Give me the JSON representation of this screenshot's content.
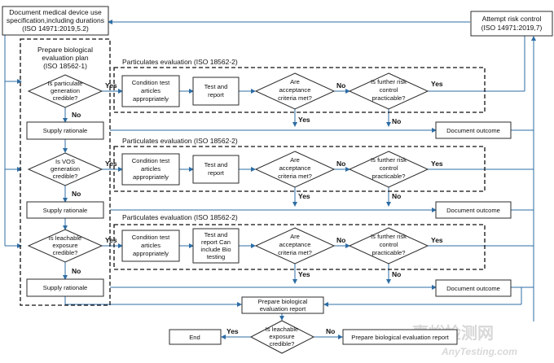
{
  "top_left_box": [
    "Document medical device use",
    "specification,including durations",
    "(ISO 14971:2019,5.2)"
  ],
  "top_right_box": [
    "Attempt risk control",
    "(ISO 14971:2019,7)"
  ],
  "plan_title": [
    "Prepare biological",
    "evaluation plan",
    "(ISO 18562-1)"
  ],
  "sections": [
    {
      "title": "Particulates evaluation (ISO 18562-2)",
      "decision": [
        "Is particulate",
        "generation",
        "credible?"
      ],
      "condition": [
        "Condition test",
        "articles",
        "appropriately"
      ],
      "test": [
        "Test and",
        "report"
      ],
      "acceptance": [
        "Are",
        "acceptance",
        "criteria met?"
      ],
      "risk": [
        "Is further risk",
        "control",
        "practicable?"
      ],
      "rationale": "Supply rationale",
      "outcome": "Document outcome"
    },
    {
      "title": "Particulates evaluation (ISO 18562-2)",
      "decision": [
        "Is VOS",
        "generation",
        "credible?"
      ],
      "condition": [
        "Condition test",
        "articles",
        "appropriately"
      ],
      "test": [
        "Test and",
        "report"
      ],
      "acceptance": [
        "Are",
        "acceptance",
        "criteria met?"
      ],
      "risk": [
        "Is further risk",
        "control",
        "practicable?"
      ],
      "rationale": "Supply rationale",
      "outcome": "Document outcome"
    },
    {
      "title": "Particulates evaluation (ISO 18562-2)",
      "decision": [
        "Is leachable",
        "exposure",
        "credible?"
      ],
      "condition": [
        "Condition test",
        "articles",
        "appropriately"
      ],
      "test": [
        "Test and",
        "report Can",
        "include Bio",
        "testing"
      ],
      "acceptance": [
        "Are",
        "acceptance",
        "criteria met?"
      ],
      "risk": [
        "Is further risk",
        "control",
        "practicable?"
      ],
      "rationale": "Supply rationale",
      "outcome": "Document outcome"
    }
  ],
  "prepare_report": [
    "Prepare biological",
    "evaluation report"
  ],
  "final_decision": [
    "Is leachable",
    "exposure",
    "credible?"
  ],
  "end_label": "End",
  "final_no_box": "Prepare biological evaluation report",
  "yes_label": "Yes",
  "no_label": "No",
  "watermark_cn": "嘉峪检测网",
  "watermark_en": "AnyTesting.com"
}
